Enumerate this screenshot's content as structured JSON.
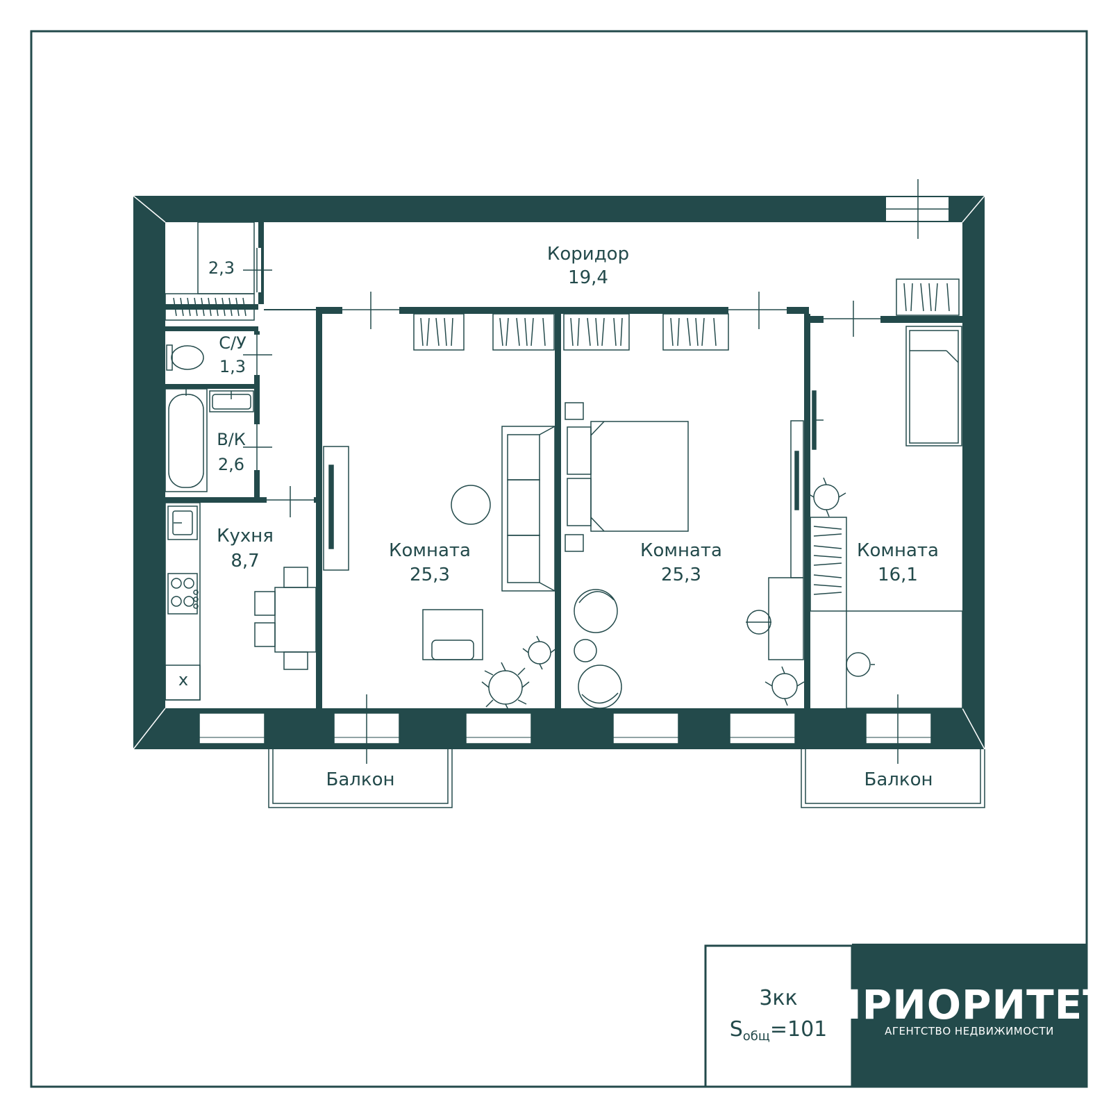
{
  "colors": {
    "wall": "#234a4b",
    "line": "#234a4b",
    "background": "#ffffff"
  },
  "rooms": {
    "storage": {
      "area": "2,3"
    },
    "corridor": {
      "name": "Коридор",
      "area": "19,4"
    },
    "wc": {
      "name": "С/У",
      "area": "1,3"
    },
    "bath": {
      "name": "В/К",
      "area": "2,6"
    },
    "kitchen": {
      "name": "Кухня",
      "area": "8,7"
    },
    "room1": {
      "name": "Комната",
      "area": "25,3"
    },
    "room2": {
      "name": "Комната",
      "area": "25,3"
    },
    "room3": {
      "name": "Комната",
      "area": "16,1"
    },
    "balcony_left": {
      "name": "Балкон"
    },
    "balcony_right": {
      "name": "Балкон"
    },
    "stove_mark": "x"
  },
  "info": {
    "type": "3кк",
    "area_symbol": "S",
    "area_subscript": "общ",
    "area_value": "=101"
  },
  "brand": {
    "name": "ПРИОРИТЕТ",
    "tagline": "АГЕНТСТВО НЕДВИЖИМОСТИ"
  }
}
